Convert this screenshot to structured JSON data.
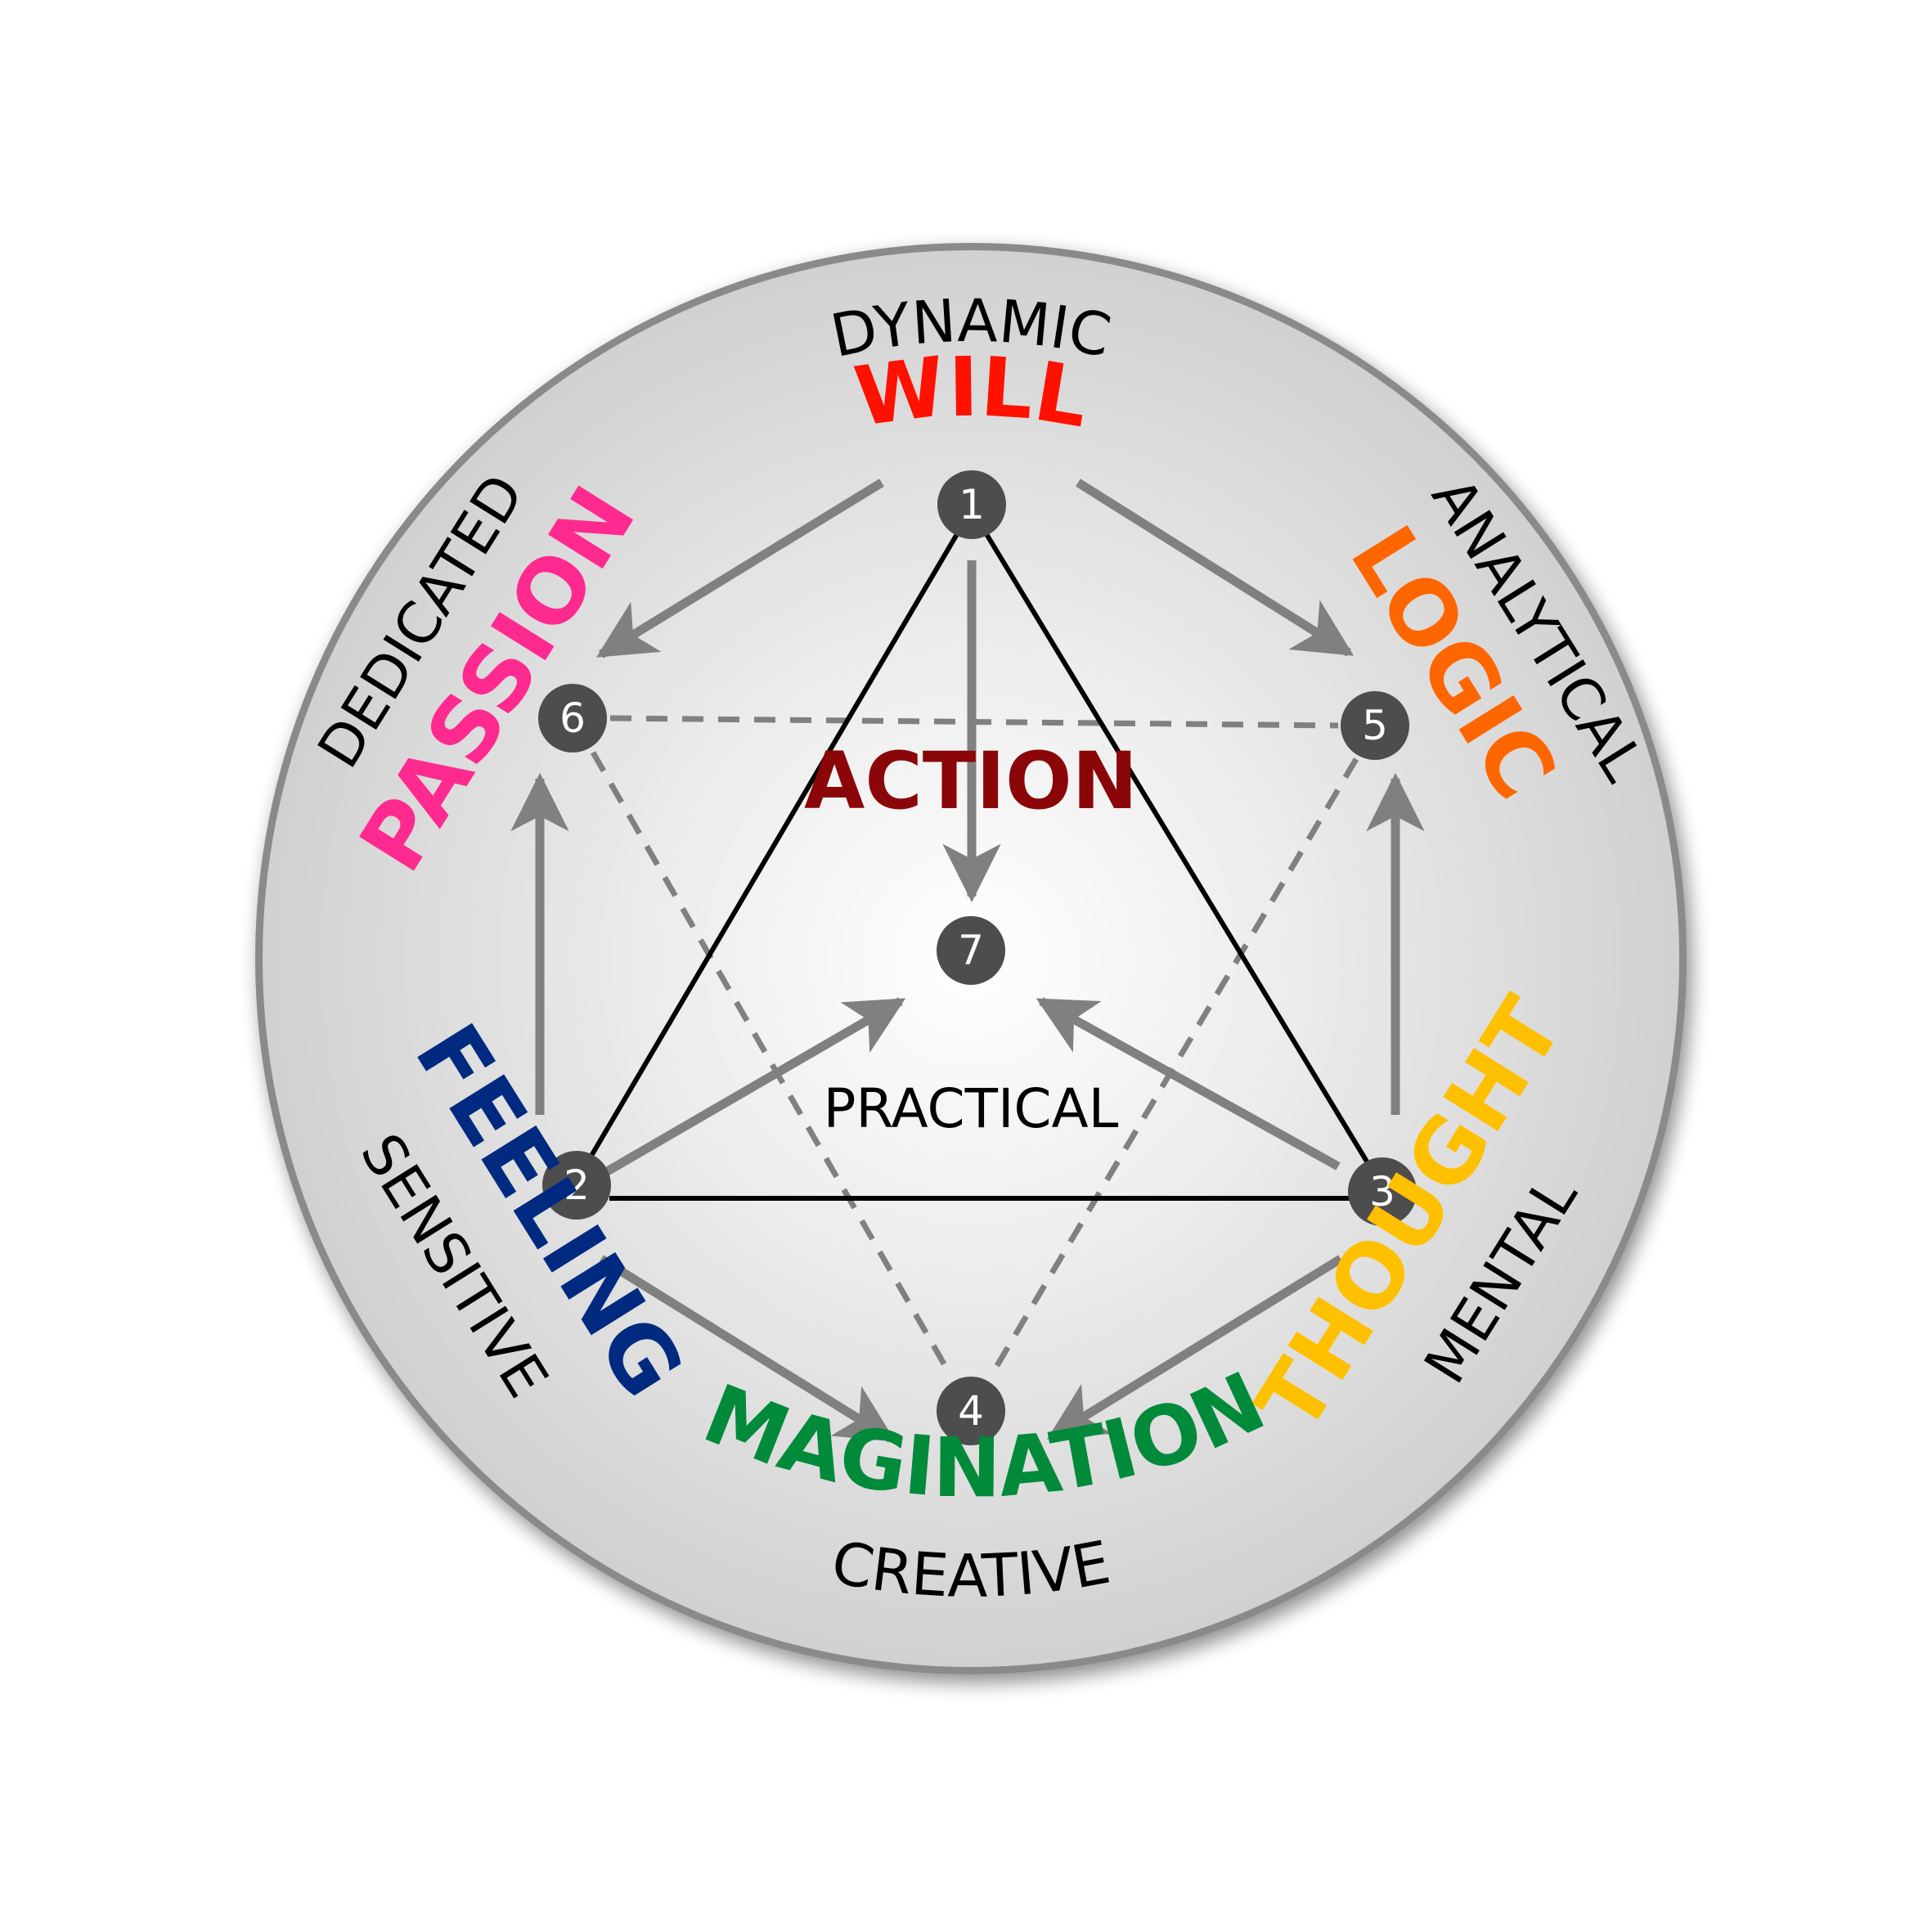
{
  "diagram": {
    "center_label": "ACTION",
    "center_sublabel": "PRACTICAL",
    "colors": {
      "will": "#ff1100",
      "logic": "#ff6600",
      "thought": "#ffc000",
      "imagination": "#008a3a",
      "feeling": "#002a80",
      "passion": "#ff2a90",
      "action": "#8a0609",
      "node_fill": "#4d4d4d",
      "arrow": "#808080",
      "triangle": "#000000",
      "dashed": "#808080"
    },
    "nodes": [
      {
        "id": "1",
        "label": "1",
        "title": "WILL",
        "subtitle": "DYNAMIC"
      },
      {
        "id": "2",
        "label": "2",
        "title": "FEELING",
        "subtitle": "SENSITIVE"
      },
      {
        "id": "3",
        "label": "3",
        "title": "THOUGHT",
        "subtitle": "MENTAL"
      },
      {
        "id": "4",
        "label": "4",
        "title": "IMAGINATION",
        "subtitle": "CREATIVE"
      },
      {
        "id": "5",
        "label": "5",
        "title": "LOGIC",
        "subtitle": "ANALYTICAL"
      },
      {
        "id": "6",
        "label": "6",
        "title": "PASSION",
        "subtitle": "DEDICATED"
      },
      {
        "id": "7",
        "label": "7",
        "title": "ACTION",
        "subtitle": "PRACTICAL"
      }
    ],
    "arrows": [
      {
        "from": "1",
        "to": "6"
      },
      {
        "from": "1",
        "to": "5"
      },
      {
        "from": "1",
        "to": "7"
      },
      {
        "from": "2",
        "to": "6"
      },
      {
        "from": "3",
        "to": "5"
      },
      {
        "from": "2",
        "to": "7"
      },
      {
        "from": "3",
        "to": "7"
      },
      {
        "from": "2",
        "to": "4"
      },
      {
        "from": "3",
        "to": "4"
      }
    ],
    "solid_triangle": [
      "1",
      "2",
      "3"
    ],
    "dashed_triangle": [
      "6",
      "5",
      "4"
    ]
  }
}
